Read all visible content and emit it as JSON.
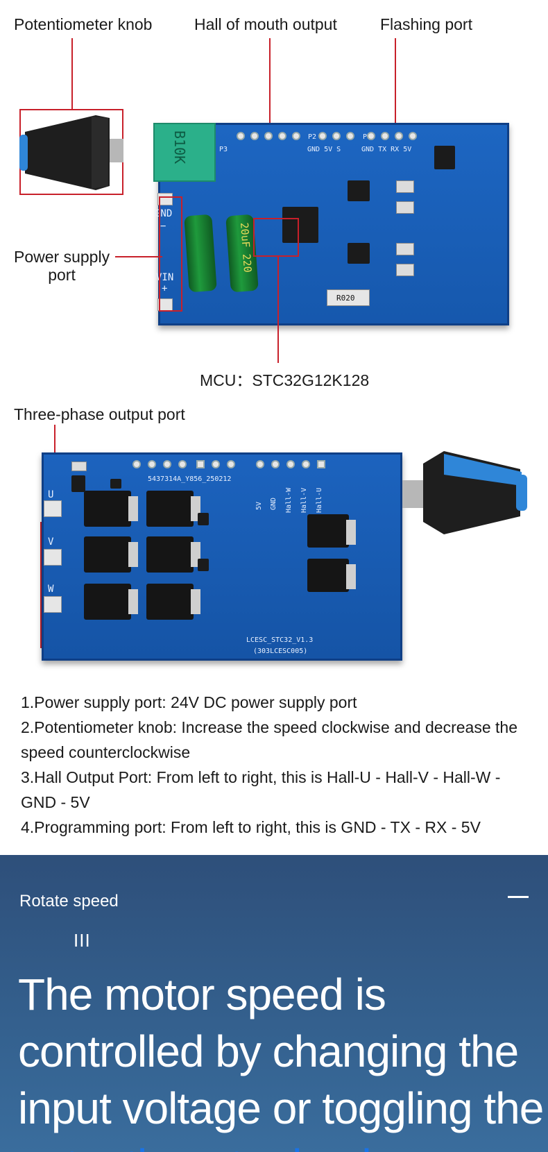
{
  "labels": {
    "potentiometer_knob": "Potentiometer knob",
    "hall_output": "Hall of mouth output",
    "flashing_port": "Flashing port",
    "power_supply_port": "Power supply\nport",
    "mcu": "MCU：STC32G12K128",
    "three_phase": "Three-phase output port"
  },
  "board1_silk": {
    "pot": "B10K",
    "p3": "P3",
    "p2": "P2",
    "p1": "P1",
    "p2_pins": "GND 5V  S",
    "p1_pins": "GND TX RX 5V",
    "gnd": "GND",
    "minus": "−",
    "vin": "VIN",
    "plus": "+",
    "cap_text": "20uF 220",
    "r020": "R020"
  },
  "board2_silk": {
    "part": "5437314A_Y856_250212",
    "hall_pins": [
      "5V",
      "GND",
      "Hall-W",
      "Hall-V",
      "Hall-U"
    ],
    "u": "U",
    "v": "V",
    "w": "W",
    "name": "LCESC_STC32_V1.3",
    "code": "(303LCESC005)"
  },
  "specs": [
    "1.Power supply port: 24V DC power supply port",
    "2.Potentiometer knob: Increase the speed clockwise and decrease the speed counterclockwise",
    "3.Hall Output Port: From left to right, this is Hall-U - Hall-V - Hall-W - GND - 5V",
    "4.Programming port: From left to right, this is GND - TX - RX - 5V"
  ],
  "banner": {
    "section_title": "Rotate speed",
    "bars": "III",
    "headline_main": "The motor speed is controlled by changing the input voltage or toggling the ",
    "headline_accent": "potentiometer knob"
  },
  "colors": {
    "annotation_red": "#c8202a",
    "pcb_blue": "#1d66c2",
    "banner_blue": "#2e4f7a",
    "accent_blue": "#1a73e8"
  }
}
